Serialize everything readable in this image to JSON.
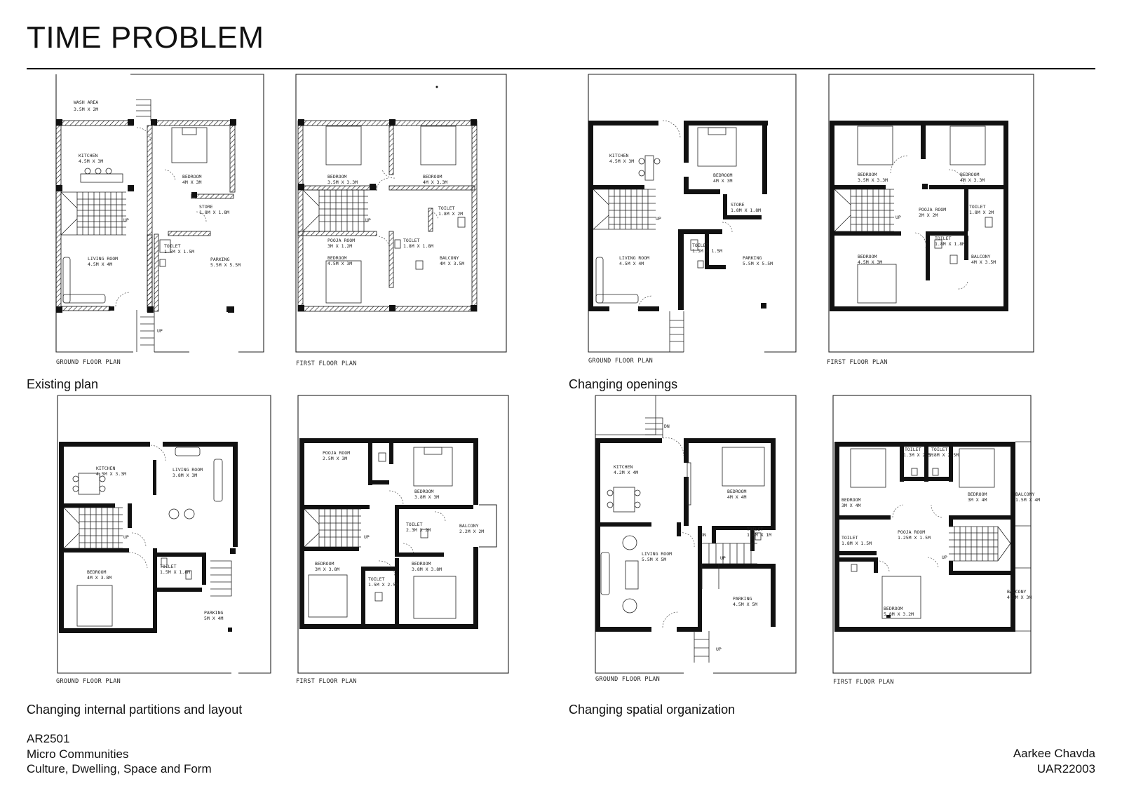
{
  "header": {
    "title": "TIME PROBLEM"
  },
  "sections": [
    {
      "caption": "Existing plan",
      "plans": [
        {
          "caption": "GROUND FLOOR PLAN",
          "rooms": [
            {
              "name": "WASH AREA",
              "dim": "3.5M X 2M"
            },
            {
              "name": "KITCHEN",
              "dim": "4.5M X 3M"
            },
            {
              "name": "BEDROOM",
              "dim": "4M X 3M"
            },
            {
              "name": "STORE",
              "dim": "1.8M X 1.8M"
            },
            {
              "name": "LIVING ROOM",
              "dim": "4.5M X 4M"
            },
            {
              "name": "TOILET",
              "dim": "1.5M X 1.5M"
            },
            {
              "name": "PARKING",
              "dim": "5.5M X 5.5M"
            }
          ],
          "notes": [
            "UP",
            "UP"
          ]
        },
        {
          "caption": "FIRST FLOOR PLAN",
          "rooms": [
            {
              "name": "BEDROOM",
              "dim": "3.5M X 3.3M"
            },
            {
              "name": "BEDROOM",
              "dim": "4M X 3.3M"
            },
            {
              "name": "TOILET",
              "dim": "1.8M X 2M"
            },
            {
              "name": "POOJA ROOM",
              "dim": "3M X 1.2M"
            },
            {
              "name": "TOILET",
              "dim": "1.8M X 1.8M"
            },
            {
              "name": "BEDROOM",
              "dim": "4.5M X 3M"
            },
            {
              "name": "BALCONY",
              "dim": "4M X 3.5M"
            }
          ],
          "notes": [
            "UP"
          ]
        }
      ]
    },
    {
      "caption": "Changing openings",
      "plans": [
        {
          "caption": "GROUND FLOOR PLAN",
          "rooms": [
            {
              "name": "KITCHEN",
              "dim": "4.5M X 3M"
            },
            {
              "name": "BEDROOM",
              "dim": "4M X 3M"
            },
            {
              "name": "STORE",
              "dim": "1.8M X 1.8M"
            },
            {
              "name": "LIVING ROOM",
              "dim": "4.5M X 4M"
            },
            {
              "name": "TOILET",
              "dim": "1.5M X 1.5M"
            },
            {
              "name": "PARKING",
              "dim": "5.5M X 5.5M"
            }
          ],
          "notes": [
            "UP"
          ]
        },
        {
          "caption": "FIRST FLOOR PLAN",
          "rooms": [
            {
              "name": "BEDROOM",
              "dim": "3.5M X 3.3M"
            },
            {
              "name": "BEDROOM",
              "dim": "4M X 3.3M"
            },
            {
              "name": "POOJA ROOM",
              "dim": "2M X 2M"
            },
            {
              "name": "TOILET",
              "dim": "1.8M X 2M"
            },
            {
              "name": "TOILET",
              "dim": "1.8M X 1.8M"
            },
            {
              "name": "BEDROOM",
              "dim": "4.5M X 3M"
            },
            {
              "name": "BALCONY",
              "dim": "4M X 3.5M"
            }
          ],
          "notes": [
            "UP"
          ]
        }
      ]
    },
    {
      "caption": "Changing internal partitions and layout",
      "plans": [
        {
          "caption": "GROUND FLOOR PLAN",
          "rooms": [
            {
              "name": "KITCHEN",
              "dim": "4.5M X 3.3M"
            },
            {
              "name": "LIVING ROOM",
              "dim": "3.8M X 3M"
            },
            {
              "name": "BEDROOM",
              "dim": "4M X 3.8M"
            },
            {
              "name": "TOILET",
              "dim": "1.5M X 1.8M"
            },
            {
              "name": "PARKING",
              "dim": "5M X 4M"
            }
          ],
          "notes": [
            "UP"
          ]
        },
        {
          "caption": "FIRST FLOOR PLAN",
          "rooms": [
            {
              "name": "POOJA ROOM",
              "dim": "2.5M X 3M"
            },
            {
              "name": "BEDROOM",
              "dim": "3.8M X 3M"
            },
            {
              "name": "TOILET",
              "dim": "2.3M X 2M"
            },
            {
              "name": "BALCONY",
              "dim": "2.2M X 2M"
            },
            {
              "name": "BEDROOM",
              "dim": "3M X 3.8M"
            },
            {
              "name": "TOILET",
              "dim": "1.5M X 2.5M"
            },
            {
              "name": "BEDROOM",
              "dim": "3.8M X 3.8M"
            }
          ],
          "notes": [
            "UP"
          ]
        }
      ]
    },
    {
      "caption": "Changing spatial organization",
      "plans": [
        {
          "caption": "GROUND FLOOR PLAN",
          "rooms": [
            {
              "name": "KITCHEN",
              "dim": "4.2M X 4M"
            },
            {
              "name": "BEDROOM",
              "dim": "4M X 4M"
            },
            {
              "name": "TOILET",
              "dim": "1.4M X 1M"
            },
            {
              "name": "LIVING ROOM",
              "dim": "5.5M X 5M"
            },
            {
              "name": "PARKING",
              "dim": "4.5M X 5M"
            }
          ],
          "notes": [
            "DN",
            "DN",
            "UP",
            "UP"
          ]
        },
        {
          "caption": "FIRST FLOOR PLAN",
          "rooms": [
            {
              "name": "TOILET",
              "dim": "1.3M X 2.5M"
            },
            {
              "name": "TOILET",
              "dim": "1.8M X 2.5M"
            },
            {
              "name": "BEDROOM",
              "dim": "3M X 4M"
            },
            {
              "name": "BEDROOM",
              "dim": "3M X 4M"
            },
            {
              "name": "BALCONY",
              "dim": "1.5M X 4M"
            },
            {
              "name": "TOILET",
              "dim": "1.8M X 1.5M"
            },
            {
              "name": "POOJA ROOM",
              "dim": "1.25M X 1.5M"
            },
            {
              "name": "BEDROOM",
              "dim": "5.8M X 3.2M"
            },
            {
              "name": "BALCONY",
              "dim": "4.5M X 3M"
            }
          ],
          "notes": [
            "UP"
          ]
        }
      ]
    }
  ],
  "footer": {
    "left": [
      "AR2501",
      "Micro Communities",
      "Culture, Dwelling, Space and Form"
    ],
    "right": [
      "Aarkee Chavda",
      "UAR22003"
    ]
  }
}
